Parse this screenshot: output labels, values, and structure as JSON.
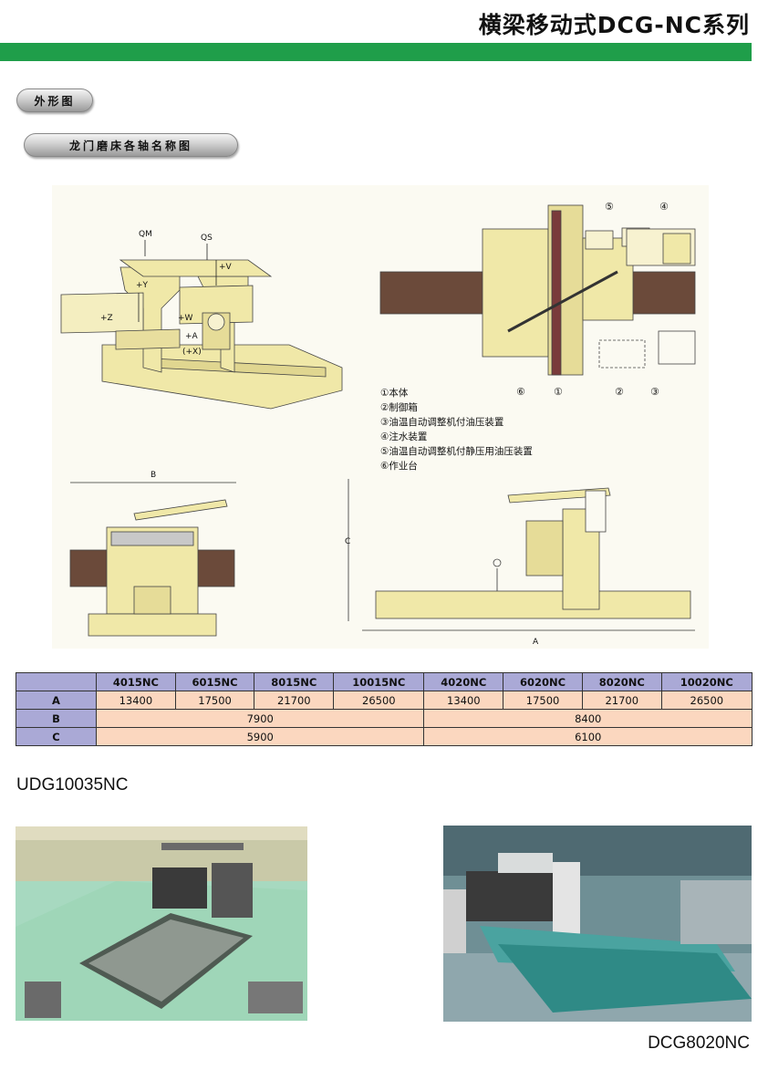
{
  "header": {
    "title": "横梁移动式DCG-NC系列",
    "accent_color": "#1f9e4a"
  },
  "sections": {
    "outline": "外形图",
    "axis_names": "龙门磨床各轴名称图"
  },
  "diagram": {
    "axis_labels": {
      "qm": "QM",
      "qs": "QS",
      "v": "+V",
      "y": "+Y",
      "z": "+Z",
      "w": "+W",
      "a": "+A",
      "x": "(+X)"
    },
    "callouts": [
      "⑤",
      "④",
      "⑥",
      "①",
      "②",
      "③"
    ],
    "legend": [
      "①本体",
      "②制御箱",
      "③油温自动调整机付油压装置",
      "④注水装置",
      "⑤油温自动调整机付静压用油压装置",
      "⑥作业台"
    ],
    "dimension_labels": {
      "b": "B",
      "c": "C",
      "a": "A"
    }
  },
  "spec_table": {
    "columns": [
      "4015NC",
      "6015NC",
      "8015NC",
      "10015NC",
      "4020NC",
      "6020NC",
      "8020NC",
      "10020NC"
    ],
    "row_a": {
      "label": "A",
      "values": [
        "13400",
        "17500",
        "21700",
        "26500",
        "13400",
        "17500",
        "21700",
        "26500"
      ]
    },
    "row_b": {
      "label": "B",
      "group1": "7900",
      "group2": "8400"
    },
    "row_c": {
      "label": "C",
      "group1": "5900",
      "group2": "6100"
    }
  },
  "photos": {
    "left_model": "UDG10035NC",
    "right_model": "DCG8020NC"
  }
}
